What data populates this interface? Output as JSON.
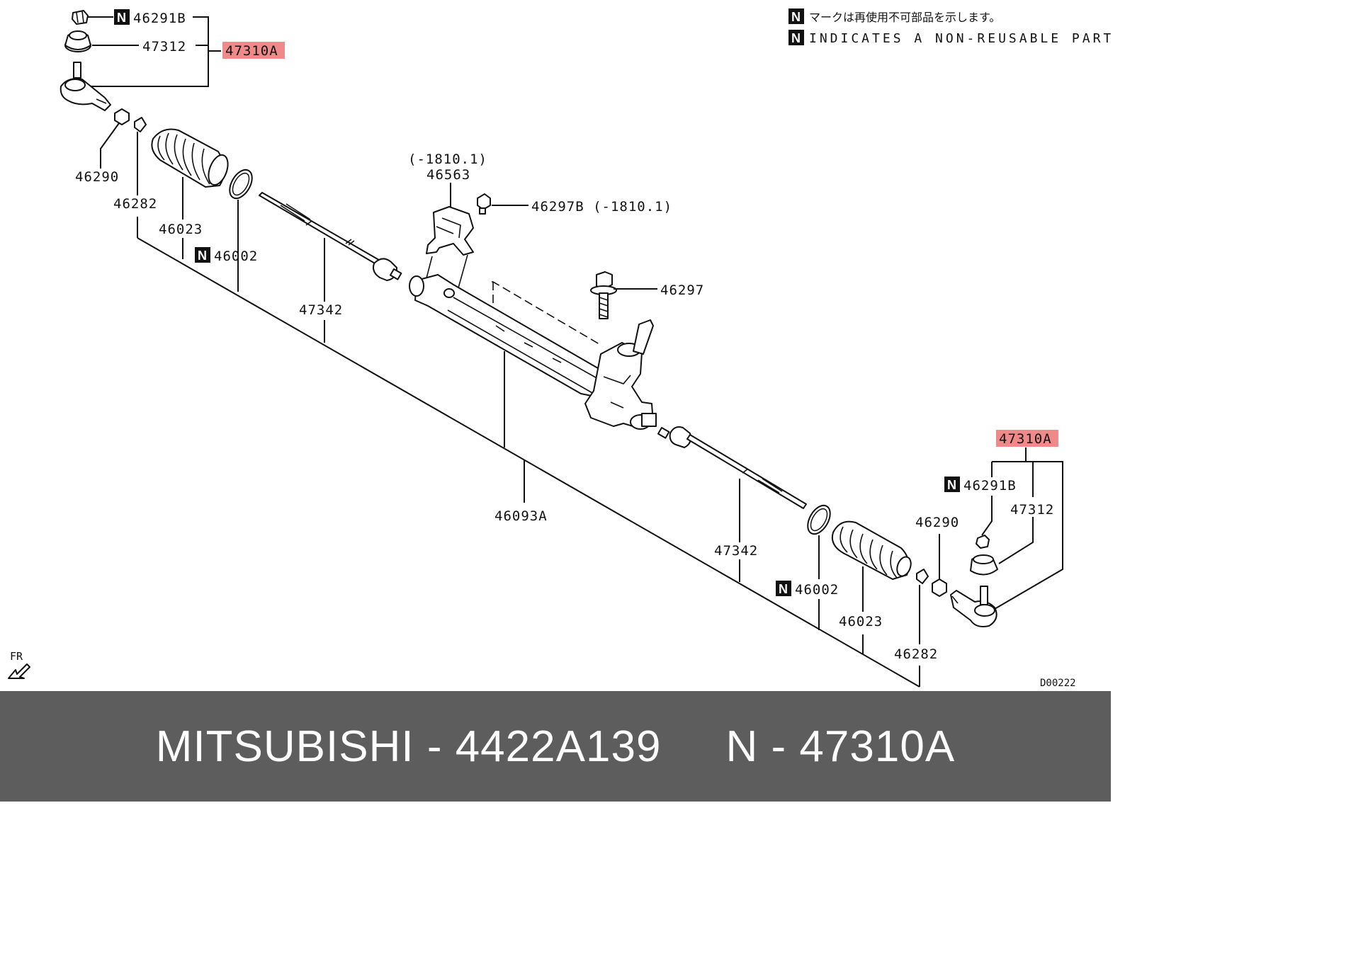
{
  "legend": {
    "jp_note": "マークは再使用不可部品を示します。",
    "en_note": "INDICATES A NON-REUSABLE PART.",
    "marker": "N"
  },
  "labels": {
    "p46291B_left": "46291B",
    "p47312_left": "47312",
    "p47310A_left": "47310A",
    "p46290_left": "46290",
    "p46282_left": "46282",
    "p46023_left": "46023",
    "p46002_left": "46002",
    "p47342_left": "47342",
    "date_46563": "(-1810.1)",
    "p46563": "46563",
    "p46297B": "46297B (-1810.1)",
    "p46297": "46297",
    "p46093A": "46093A",
    "p47342_right": "47342",
    "p46002_right": "46002",
    "p46023_right": "46023",
    "p46282_right": "46282",
    "p46290_right": "46290",
    "p47310A_right": "47310A",
    "p46291B_right": "46291B",
    "p47312_right": "47312",
    "fr": "FR",
    "diagram_code": "D00222"
  },
  "highlight_color": "#f08a8a",
  "footer": {
    "text": "MITSUBISHI - 4422A139     N - 47310A"
  }
}
